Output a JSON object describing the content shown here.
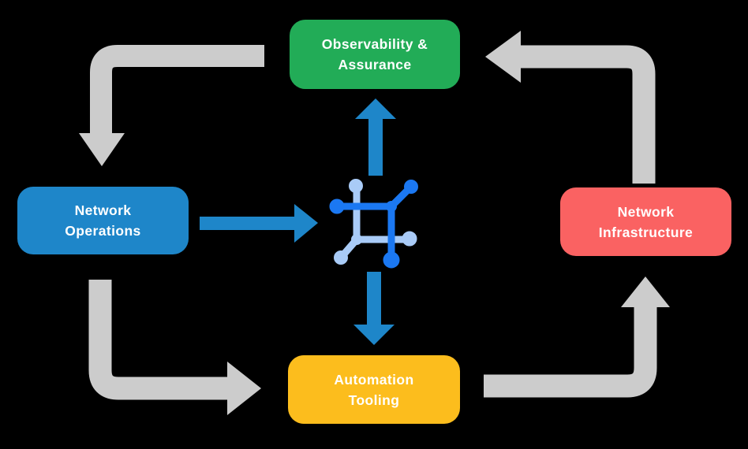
{
  "diagram": {
    "background": "#000000",
    "nodes": {
      "observability": {
        "line1": "Observability &",
        "line2": "Assurance",
        "color": "#22AC57"
      },
      "operations": {
        "line1": "Network",
        "line2": "Operations",
        "color": "#1E86C9"
      },
      "infrastructure": {
        "line1": "Network",
        "line2": "Infrastructure",
        "color": "#FA6262"
      },
      "automation": {
        "line1": "Automation",
        "line2": "Tooling",
        "color": "#FCBD1D"
      }
    },
    "center_icon": {
      "name": "network-mesh-icon",
      "dark_blue": "#1B78F2",
      "light_blue": "#A9CBF7"
    },
    "arrows": {
      "gray": "#CCCCCC",
      "blue": "#1E86C9",
      "flows": [
        {
          "from": "observability",
          "to": "operations",
          "color": "gray"
        },
        {
          "from": "operations",
          "to": "automation",
          "color": "gray"
        },
        {
          "from": "automation",
          "to": "infrastructure",
          "color": "gray"
        },
        {
          "from": "infrastructure",
          "to": "observability",
          "color": "gray"
        },
        {
          "from": "operations",
          "to": "center-icon",
          "color": "blue"
        },
        {
          "from": "center-icon",
          "to": "observability",
          "color": "blue"
        },
        {
          "from": "center-icon",
          "to": "automation",
          "color": "blue"
        }
      ]
    }
  }
}
